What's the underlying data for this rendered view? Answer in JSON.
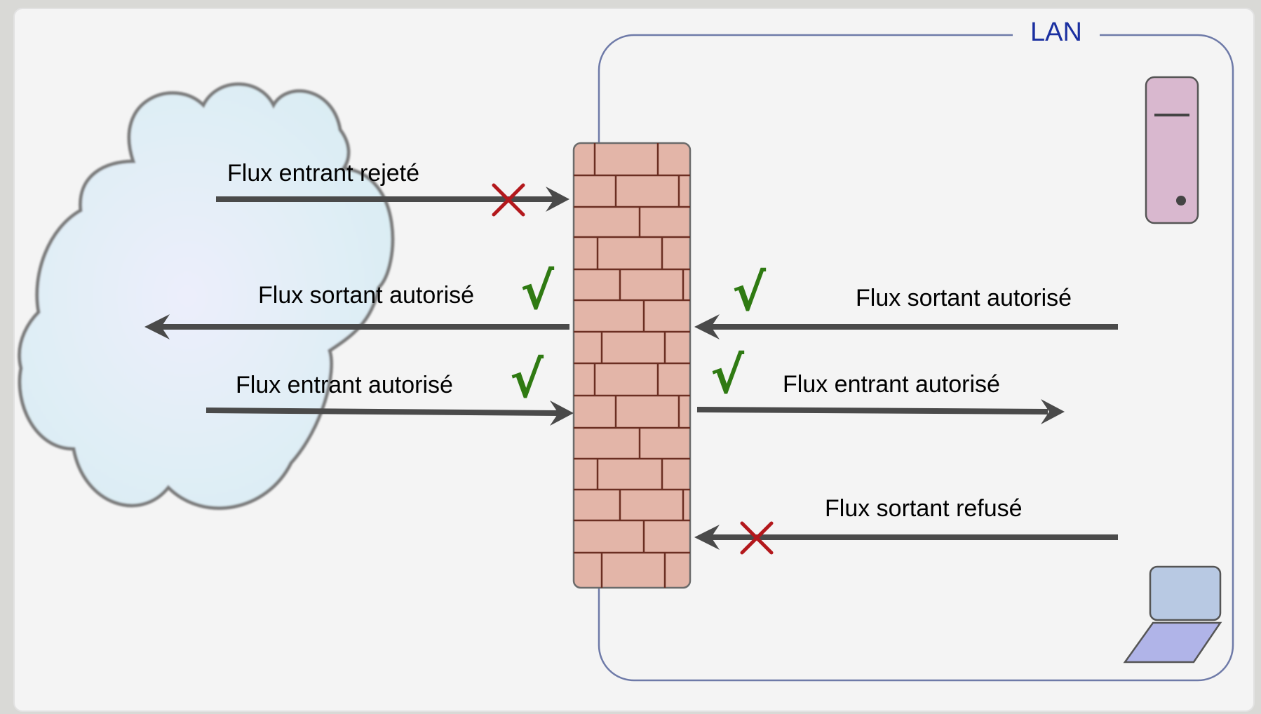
{
  "lan_label": "LAN",
  "flows": {
    "left_incoming_rejected": "Flux entrant rejeté",
    "left_outgoing_allowed": "Flux sortant autorisé",
    "left_incoming_allowed": "Flux entrant autorisé",
    "right_outgoing_allowed": "Flux sortant autorisé",
    "right_incoming_allowed": "Flux entrant autorisé",
    "right_outgoing_refused": "Flux sortant refusé"
  },
  "marks": {
    "allowed": "√"
  },
  "colors": {
    "cloud_fill": "#daedf3",
    "cloud_stroke": "#7a7a7a",
    "wall_fill": "#e3b5a8",
    "wall_stroke": "#6b2e22",
    "lan_stroke": "#6e7aa8",
    "server_fill": "#d9b8cf",
    "screen_fill": "#b8c9e3",
    "keyboard_fill": "#b0b4e8",
    "arrow": "#4a4a4a",
    "reject": "#b3181c",
    "allow": "#2f7a12"
  },
  "icons": [
    "cloud-icon",
    "firewall-wall-icon",
    "server-icon",
    "laptop-icon"
  ]
}
